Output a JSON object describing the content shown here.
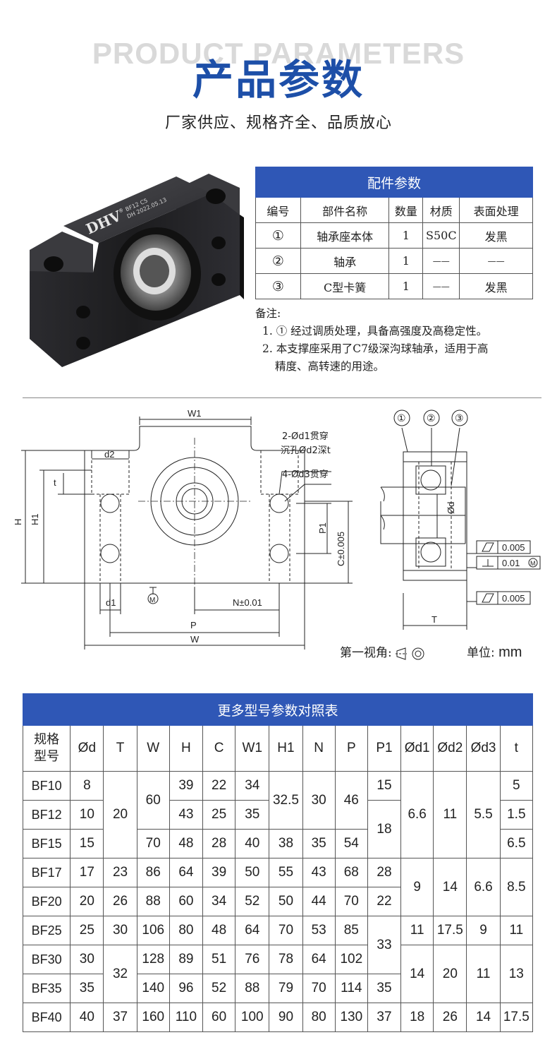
{
  "header": {
    "bg_title": "PRODUCT PARAMETERS",
    "title": "产品参数",
    "subtitle": "厂家供应、规格齐全、品质放心"
  },
  "photo": {
    "brand": "DHV",
    "mark": "®",
    "line1": "BF12 C5",
    "line2": "DH 2022.05.13",
    "body_color": "#1c1c1e"
  },
  "parts_table": {
    "title": "配件参数",
    "headers": [
      "编号",
      "部件名称",
      "数量",
      "材质",
      "表面处理"
    ],
    "rows": [
      [
        "①",
        "轴承座本体",
        "1",
        "S50C",
        "发黑"
      ],
      [
        "②",
        "轴承",
        "1",
        "——",
        "——"
      ],
      [
        "③",
        "C型卡簧",
        "1",
        "——",
        "发黑"
      ]
    ]
  },
  "notes": {
    "label": "备注:",
    "item1": "1. ① 经过调质处理，具备高强度及高稳定性。",
    "item2a": "2. 本支撑座采用了C7级深沟球轴承，适用于高",
    "item2b": "精度、高转速的用途。"
  },
  "drawing": {
    "W1": "W1",
    "d2": "d2",
    "t": "t",
    "H": "H",
    "H1": "H1",
    "hole1a": "2-Ød1贯穿",
    "hole1b": "沉孔Ød2深t",
    "hole2": "4-Ød3贯穿",
    "P1": "P1",
    "C": "C±0.005",
    "M": "M",
    "d1": "d1",
    "N": "N±0.01",
    "P": "P",
    "W": "W",
    "c1": "①",
    "c2": "②",
    "c3": "③",
    "od": "Ød",
    "T": "T",
    "tol1": "0.005",
    "tol2": "0.01",
    "tol2m": "M",
    "tol3": "0.005"
  },
  "view_label": "第一视角:",
  "unit_label": "单位:",
  "unit_value": "mm",
  "spec_table": {
    "title": "更多型号参数对照表",
    "h_model_1": "规格",
    "h_model_2": "型号",
    "headers": [
      "Ød",
      "T",
      "W",
      "H",
      "C",
      "W1",
      "H1",
      "N",
      "P",
      "P1",
      "Ød1",
      "Ød2",
      "Ød3",
      "t"
    ],
    "models": [
      "BF10",
      "BF12",
      "BF15",
      "BF17",
      "BF20",
      "BF25",
      "BF30",
      "BF35",
      "BF40"
    ],
    "od": [
      "8",
      "10",
      "15",
      "17",
      "20",
      "25",
      "30",
      "35",
      "40"
    ],
    "T": [
      "20",
      "23",
      "26",
      "30",
      "32",
      "37"
    ],
    "W": [
      "60",
      "70",
      "86",
      "88",
      "106",
      "128",
      "140",
      "160"
    ],
    "H": [
      "39",
      "43",
      "48",
      "64",
      "60",
      "80",
      "89",
      "96",
      "110"
    ],
    "C": [
      "22",
      "25",
      "28",
      "39",
      "34",
      "48",
      "51",
      "52",
      "60"
    ],
    "W1": [
      "34",
      "35",
      "40",
      "50",
      "52",
      "64",
      "76",
      "88",
      "100"
    ],
    "H1": [
      "32.5",
      "38",
      "55",
      "50",
      "70",
      "78",
      "79",
      "90"
    ],
    "N": [
      "30",
      "35",
      "43",
      "44",
      "53",
      "64",
      "70",
      "80"
    ],
    "P": [
      "46",
      "54",
      "68",
      "70",
      "85",
      "102",
      "114",
      "130"
    ],
    "P1": [
      "15",
      "18",
      "28",
      "22",
      "33",
      "35",
      "37"
    ],
    "d1": [
      "6.6",
      "9",
      "11",
      "14",
      "18"
    ],
    "d2": [
      "11",
      "14",
      "17.5",
      "20",
      "26"
    ],
    "d3": [
      "5.5",
      "6.6",
      "9",
      "11",
      "14"
    ],
    "t": [
      "5",
      "1.5",
      "6.5",
      "8.5",
      "11",
      "13",
      "17.5"
    ]
  }
}
